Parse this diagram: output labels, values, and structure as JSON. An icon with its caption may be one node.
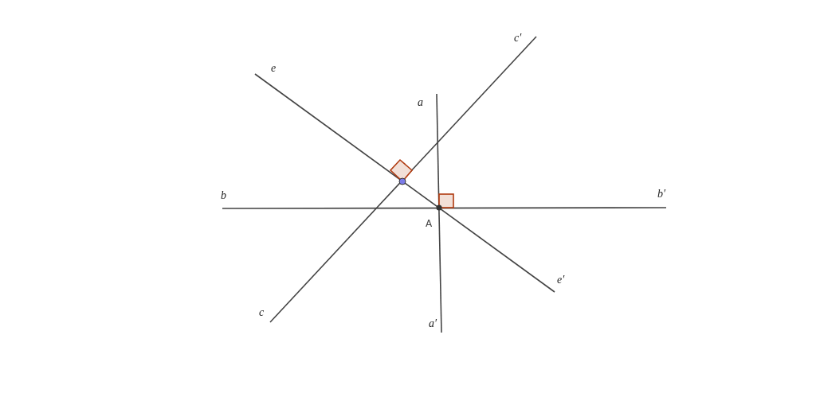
{
  "diagram": {
    "labels": [
      "c′",
      "e",
      "a",
      "b",
      "b′",
      "A",
      "e′",
      "c",
      "a′"
    ]
  }
}
